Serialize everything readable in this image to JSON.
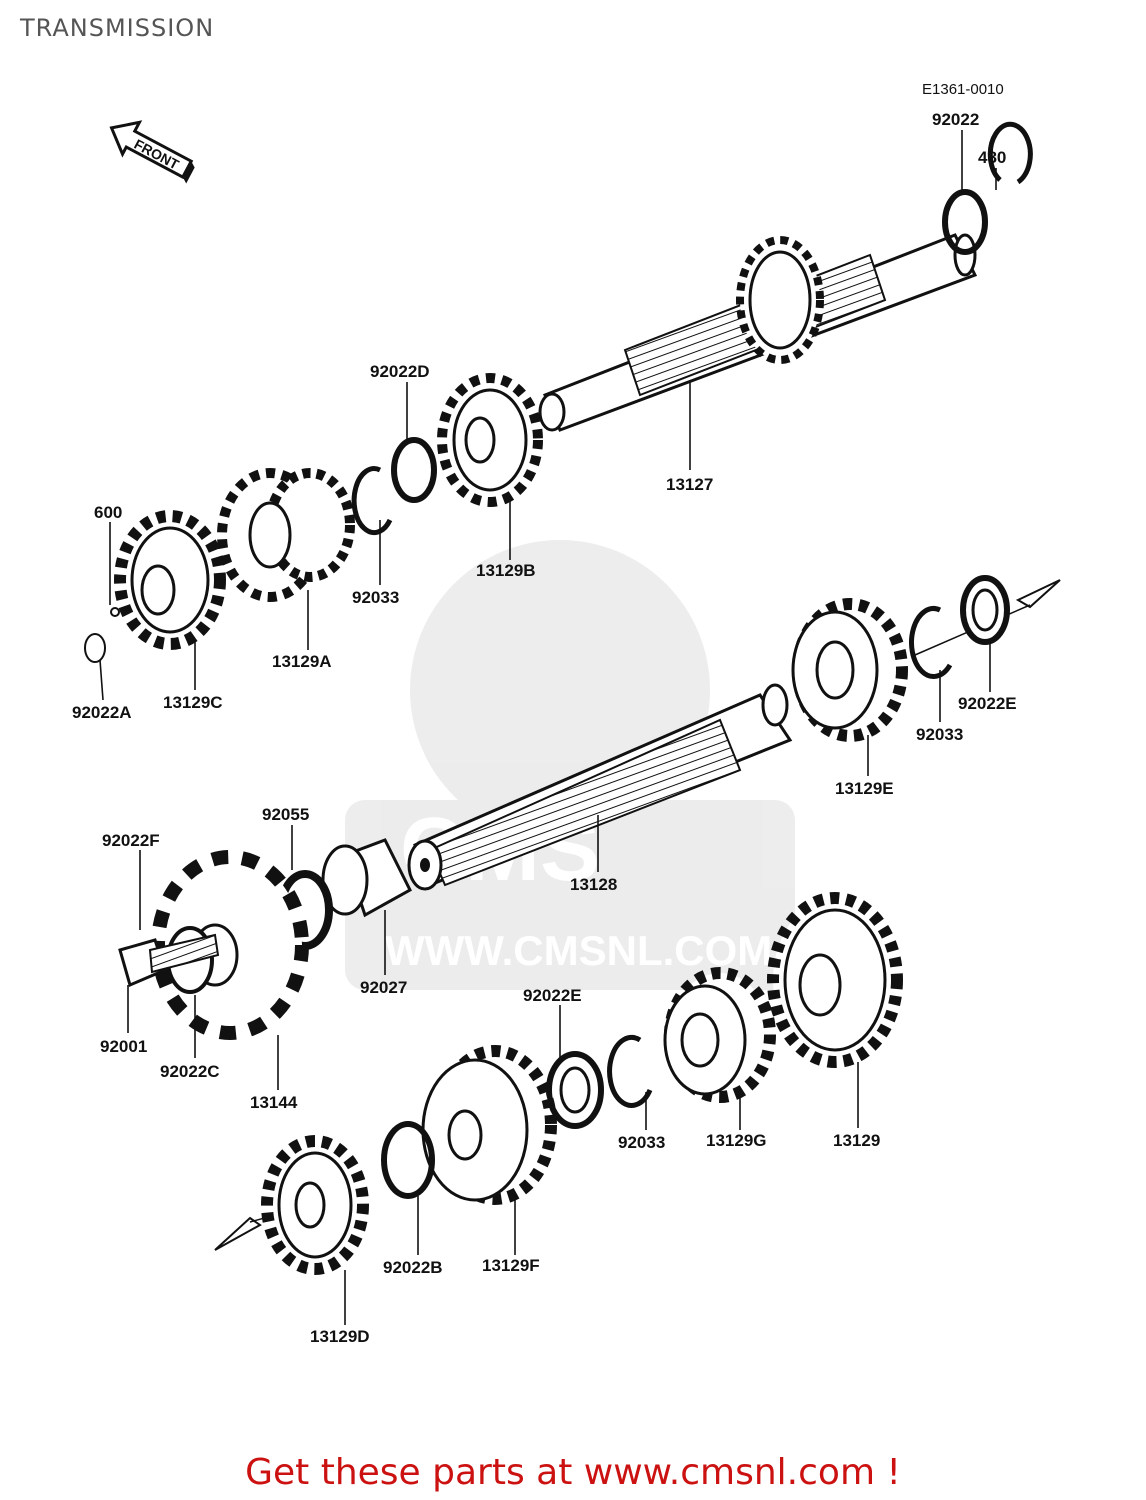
{
  "title": "TRANSMISSION",
  "diagram_code": "E1361-0010",
  "front_label": "FRONT",
  "watermark": {
    "brand": "CMS",
    "url": "WWW.CMSNL.COM"
  },
  "footer": "Get these parts at www.cmsnl.com !",
  "part_labels": {
    "p92022": "92022",
    "p480": "480",
    "p92022D": "92022D",
    "p13127": "13127",
    "p600": "600",
    "p92022A": "92022A",
    "p13129C": "13129C",
    "p13129A": "13129A",
    "p92033a": "92033",
    "p13129B": "13129B",
    "p92022Ea": "92022E",
    "p92033b": "92033",
    "p13129E": "13129E",
    "p13128": "13128",
    "p92022F": "92022F",
    "p92055": "92055",
    "p92027": "92027",
    "p92001": "92001",
    "p92022C": "92022C",
    "p13144": "13144",
    "p92022Eb": "92022E",
    "p92033c": "92033",
    "p13129G": "13129G",
    "p13129": "13129",
    "p92022B": "92022B",
    "p13129F": "13129F",
    "p13129D": "13129D"
  }
}
